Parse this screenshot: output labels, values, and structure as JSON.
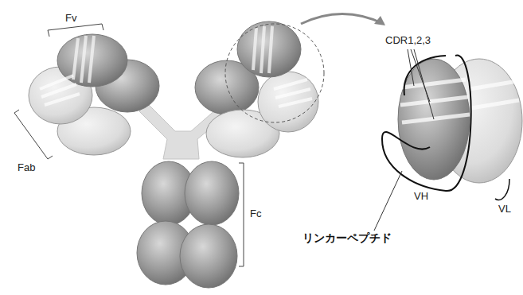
{
  "diagram": {
    "labels": [
      "Fv",
      "Fab",
      "Fc",
      "CDR1,2,3",
      "VH",
      "VL",
      "リンカーペプチド"
    ]
  }
}
